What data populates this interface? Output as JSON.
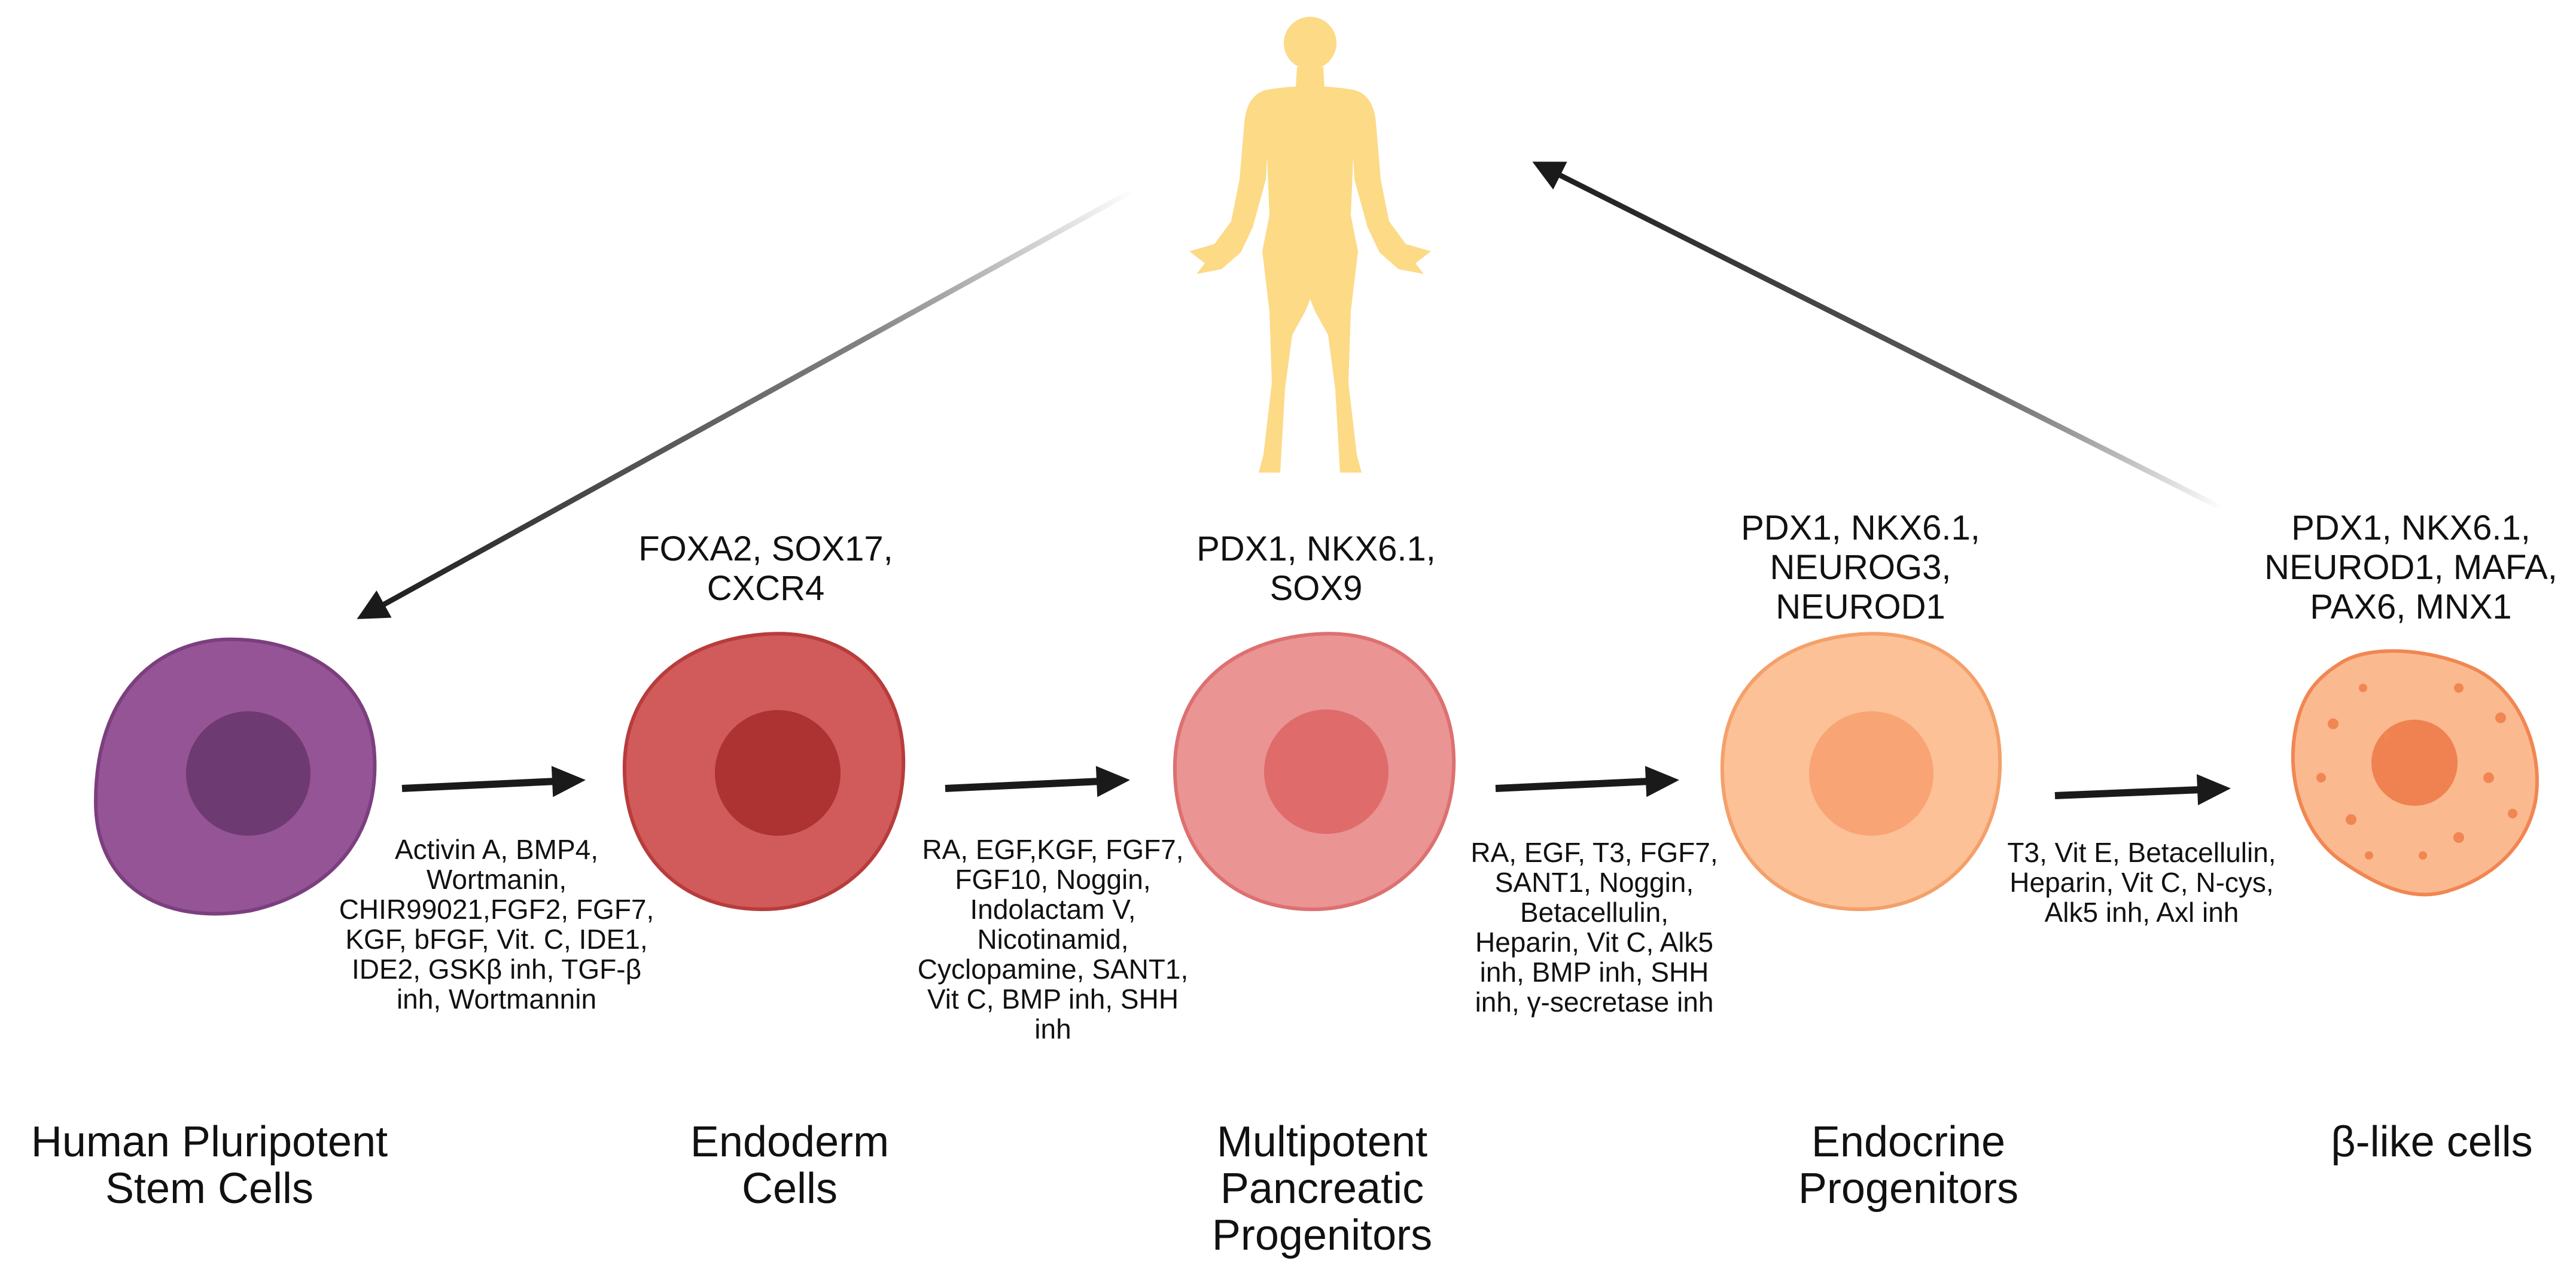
{
  "figure": {
    "stages": [
      {
        "id": "hpsc",
        "name": "Human Pluripotent\nStem Cells",
        "markers": "",
        "colors": {
          "cell": "#955496",
          "edge": "#7b3f7e",
          "nucleus": "#6d3a72"
        }
      },
      {
        "id": "endoderm",
        "name": "Endoderm\nCells",
        "markers": "FOXA2, SOX17,\nCXCR4",
        "colors": {
          "cell": "#d15a5a",
          "edge": "#b83c3c",
          "nucleus": "#ad3232"
        }
      },
      {
        "id": "mpp",
        "name": "Multipotent\nPancreatic\nProgenitors",
        "markers": "PDX1, NKX6.1,\nSOX9",
        "colors": {
          "cell": "#ea9494",
          "edge": "#dd7070",
          "nucleus": "#df6b6b"
        }
      },
      {
        "id": "ep",
        "name": "Endocrine\nProgenitors",
        "markers": "PDX1, NKX6.1,\nNEUROG3,\nNEUROD1",
        "colors": {
          "cell": "#fcc196",
          "edge": "#f4a06a",
          "nucleus": "#f9a475"
        }
      },
      {
        "id": "beta",
        "name": "β-like cells",
        "markers": "PDX1, NKX6.1,\nNEUROD1, MAFA,\nPAX6, MNX1",
        "colors": {
          "cell": "#fbb98f",
          "edge": "#f18652",
          "nucleus": "#ef8250"
        }
      }
    ],
    "transitions": [
      {
        "factors": "Activin A, BMP4,\nWortmanin,\nCHIR99021,FGF2, FGF7,\nKGF, bFGF, Vit. C, IDE1,\nIDE2, GSKβ inh, TGF-β\ninh, Wortmannin"
      },
      {
        "factors": "RA, EGF,KGF, FGF7,\nFGF10, Noggin,\nIndolactam V,\nNicotinamid,\nCyclopamine, SANT1,\nVit C, BMP inh, SHH\ninh"
      },
      {
        "factors": "RA, EGF, T3, FGF7,\nSANT1, Noggin,\nBetacellulin,\nHeparin, Vit C, Alk5\ninh, BMP inh, SHH\ninh, γ-secretase inh"
      },
      {
        "factors": "T3, Vit E, Betacellulin,\nHeparin, Vit C, N-cys,\nAlk5 inh, Axl inh"
      }
    ],
    "human_figure": {
      "icon": "human-body-icon",
      "color": "#fcda86"
    },
    "arrow_color": "#1a1a1a"
  }
}
